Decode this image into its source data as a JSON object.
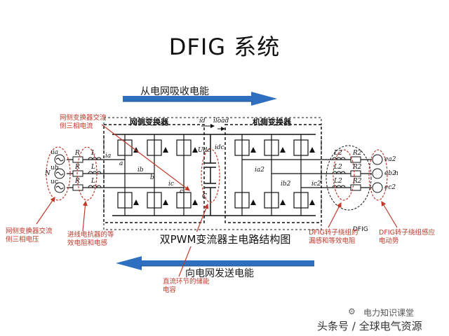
{
  "title": "DFIG 系统",
  "top_arrow": {
    "label": "从电网吸收电能",
    "color": "#2e6fc0"
  },
  "bottom_arrow": {
    "label": "向电网发送电能",
    "color": "#2e6fc0"
  },
  "caption": "双PWM变流器主电路结构图",
  "grid_converter_label": "网侧变换器",
  "machine_converter_label": "机侧变换器",
  "dfig_label": "DFIG",
  "annotations": {
    "grid_side_current": "网侧变换器交流侧三相电流",
    "grid_side_voltage": "网侧变换器交流侧三相电压",
    "line_reactor": "进线电抗器的等效电阻和电感",
    "dc_link": "直流环节的储能电容",
    "dfig_rotor_winding": "DFIG转子绕组的漏感和等效电阻",
    "dfig_rotor_emf": "DFIG转子绕组感应电动势"
  },
  "circuit_symbols": {
    "grid_sources": [
      "ua",
      "ub",
      "uc"
    ],
    "neutral": "N",
    "line_R": [
      "R",
      "R",
      "R"
    ],
    "line_L": [
      "L",
      "L",
      "L"
    ],
    "grid_currents": [
      "ia",
      "ib",
      "ic"
    ],
    "grid_nodes": [
      "a",
      "b",
      "c"
    ],
    "dc_current": "id",
    "load_current": "iload",
    "dc_voltage": "Udc",
    "dc_cap_current": "idc",
    "capacitor": "C",
    "rotor_currents": [
      "ia2",
      "ib2",
      "ic2"
    ],
    "rotor_L": [
      "L2",
      "L2",
      "L2"
    ],
    "rotor_R": [
      "R2",
      "R2",
      "R2"
    ],
    "rotor_emf": [
      "ea2",
      "eb2",
      "ec2"
    ],
    "rotor_neutral": "n"
  },
  "annotation_color": "#c0392b",
  "watermark": {
    "line1": "电力知识课堂",
    "line2": "头条号 / 全球电气资源"
  }
}
